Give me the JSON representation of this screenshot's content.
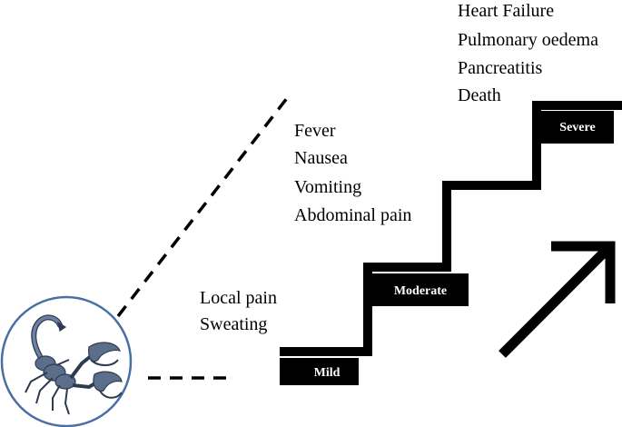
{
  "stages": {
    "mild": {
      "label": "Mild",
      "symptoms": [
        "Local pain",
        "Sweating"
      ]
    },
    "moderate": {
      "label": "Moderate",
      "symptoms": [
        "Fever",
        "Nausea",
        "Vomiting",
        "Abdominal pain"
      ]
    },
    "severe": {
      "label": "Severe",
      "symptoms": [
        "Heart Failure",
        "Pulmonary oedema",
        "Pancreatitis",
        "Death"
      ]
    }
  },
  "icons": {
    "scorpion": "scorpion-icon",
    "trend_arrow": "arrow-up-right-icon"
  },
  "colors": {
    "ink": "#000000",
    "circle_border": "#4a6fa5",
    "scorpion_body": "#5b6f8c"
  }
}
